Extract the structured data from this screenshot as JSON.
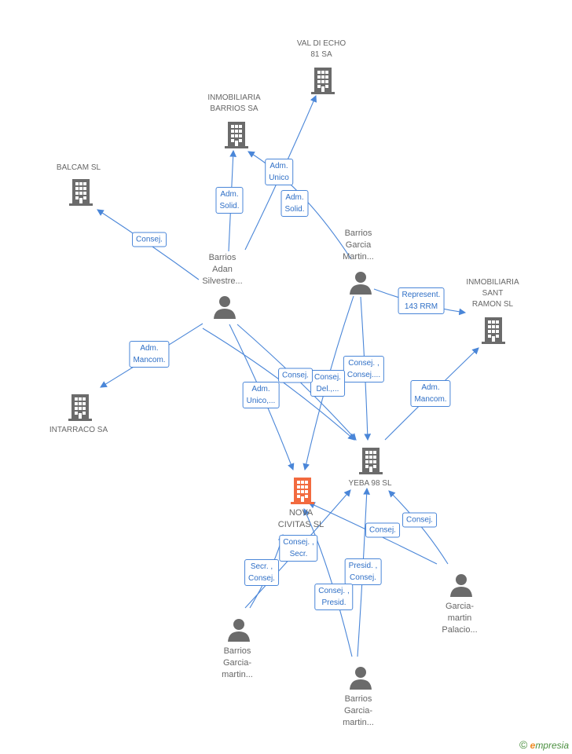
{
  "nodes": {
    "val_di_echo": {
      "label": "VAL DI ECHO\n81 SA",
      "type": "company"
    },
    "inmobiliaria_barrios": {
      "label": "INMOBILIARIA\nBARRIOS SA",
      "type": "company"
    },
    "balcam": {
      "label": "BALCAM SL",
      "type": "company"
    },
    "barrios_garcia_martin_top": {
      "label": "Barrios\nGarcia\nMartin...",
      "type": "person"
    },
    "barrios_adan": {
      "label": "Barrios\nAdan\nSilvestre...",
      "type": "person"
    },
    "inmobiliaria_sant_ramon": {
      "label": "INMOBILIARIA\nSANT\nRAMON SL",
      "type": "company"
    },
    "intarraco": {
      "label": "INTARRACO SA",
      "type": "company"
    },
    "yeba": {
      "label": "YEBA 98 SL",
      "type": "company"
    },
    "nova_civitas": {
      "label": "NOVA\nCIVITAS SL",
      "type": "company-focus"
    },
    "garcia_martin_palacio": {
      "label": "Garcia-\nmartin\nPalacio...",
      "type": "person"
    },
    "barrios_garcia_martin_left": {
      "label": "Barrios\nGarcia-\nmartin...",
      "type": "person"
    },
    "barrios_garcia_martin_bottom": {
      "label": "Barrios\nGarcia-\nmartin...",
      "type": "person"
    }
  },
  "edge_labels": [
    {
      "id": "adm-unico-top",
      "text": "Adm.\nUnico"
    },
    {
      "id": "adm-solid-1",
      "text": "Adm.\nSolid."
    },
    {
      "id": "adm-solid-2",
      "text": "Adm.\nSolid."
    },
    {
      "id": "consej-balcam",
      "text": "Consej."
    },
    {
      "id": "represent",
      "text": "Represent.\n143 RRM"
    },
    {
      "id": "adm-mancom-intarraco",
      "text": "Adm.\nMancom."
    },
    {
      "id": "consej-consej-top",
      "text": "Consej. ,\nConsej...."
    },
    {
      "id": "consej-del",
      "text": "Consej.\nDel.,..."
    },
    {
      "id": "consej-mid",
      "text": "Consej."
    },
    {
      "id": "adm-unico-nova",
      "text": "Adm.\nUnico,..."
    },
    {
      "id": "adm-mancom-sant",
      "text": "Adm.\nMancom."
    },
    {
      "id": "consej-right",
      "text": "Consej."
    },
    {
      "id": "consej-yeba",
      "text": "Consej."
    },
    {
      "id": "consej-secr",
      "text": "Consej. ,\nSecr."
    },
    {
      "id": "secr-consej",
      "text": "Secr. ,\nConsej."
    },
    {
      "id": "presid-consej",
      "text": "Presid. ,\nConsej."
    },
    {
      "id": "consej-presid",
      "text": "Consej. ,\nPresid."
    }
  ],
  "colors": {
    "edge": "#4a86d8",
    "company": "#6b6b6b",
    "focus": "#f26a3f",
    "person": "#6b6b6b"
  },
  "logo": {
    "symbol": "©",
    "brand_first": "e",
    "brand_rest": "mpresia"
  }
}
